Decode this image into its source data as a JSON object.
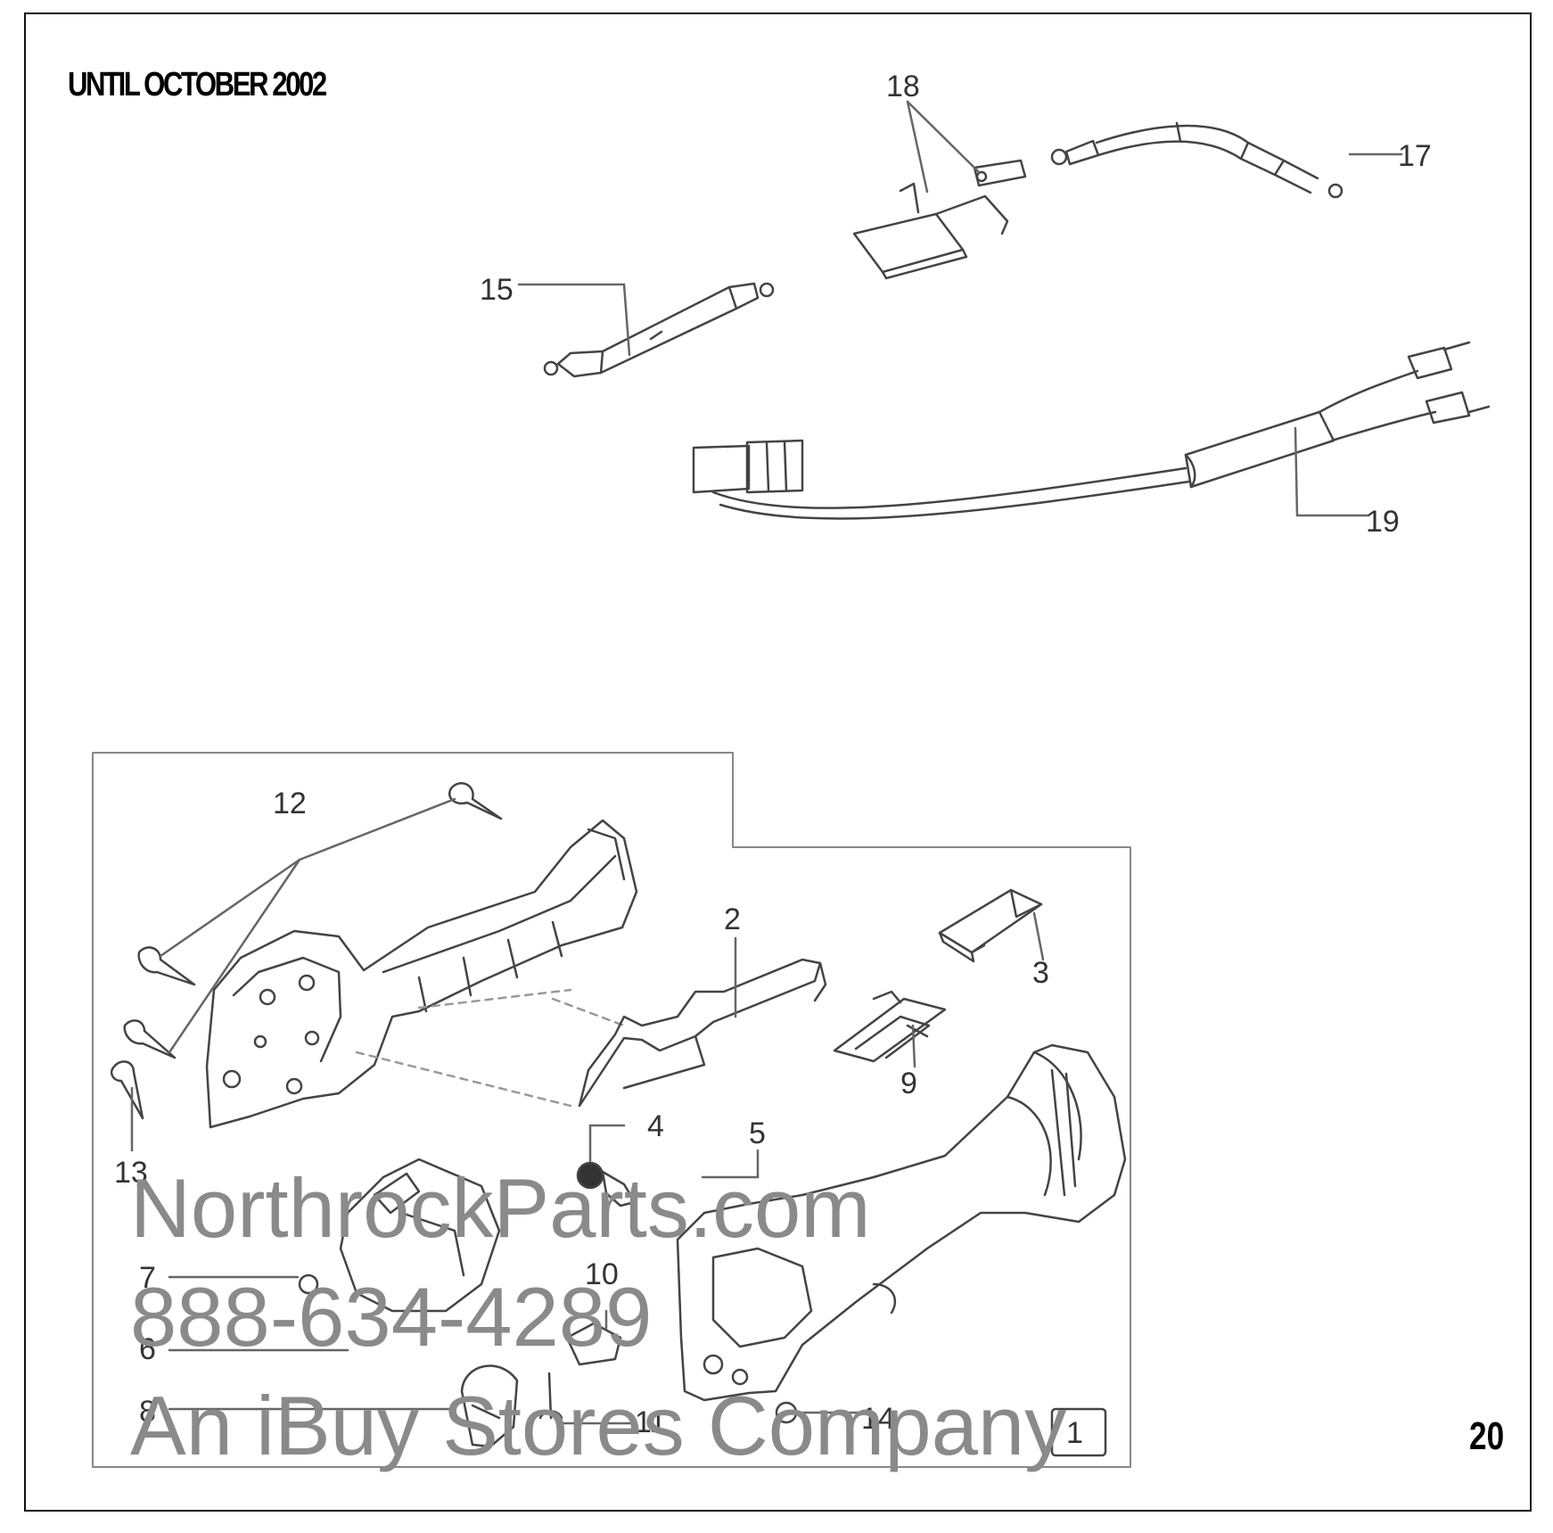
{
  "header": {
    "title": "UNTIL OCTOBER 2002"
  },
  "page_number": "20",
  "callouts": {
    "c1": "1",
    "c2": "2",
    "c3": "3",
    "c4": "4",
    "c5": "5",
    "c6": "6",
    "c7": "7",
    "c8": "8",
    "c9": "9",
    "c10": "10",
    "c11": "11",
    "c12": "12",
    "c13": "13",
    "c14": "14",
    "c15": "15",
    "c17": "17",
    "c18": "18",
    "c19": "19"
  },
  "watermark": {
    "line1": "NorthrockParts.com",
    "line2": "888-634-4289",
    "line3": "An iBuy Stores Company"
  }
}
